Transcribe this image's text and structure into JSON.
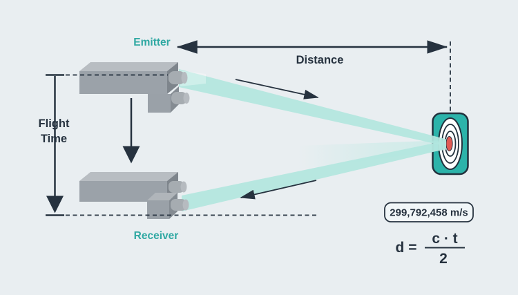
{
  "colors": {
    "background": "#e9eef1",
    "ink": "#26323f",
    "teal_label": "#2fa8a2",
    "target_fill": "#2cb3aa",
    "target_stroke": "#22313d",
    "beam_fill": "#b3e6df",
    "beam_glow": "#bfe9e3",
    "bullseye_red": "#e05a54",
    "device_top": "#b8bdc2",
    "device_front": "#9ba2a9",
    "device_side": "#7e858c",
    "device_block": "#9aa1a8",
    "device_block_side": "#848b92",
    "device_block_top": "#b0b5ba",
    "device_lens": "#a6acb1",
    "device_lens_cap": "#b6bbc0",
    "badge_fill": "#f1f6f8"
  },
  "diagram": {
    "emitter_label": "Emitter",
    "receiver_label": "Receiver",
    "distance_label": "Distance",
    "flight_time_label": [
      "Flight",
      "Time"
    ],
    "speed_of_light": "299,792,458 m/s",
    "formula": {
      "lhs": "d =",
      "numerator": "c · t",
      "denominator": "2"
    }
  }
}
